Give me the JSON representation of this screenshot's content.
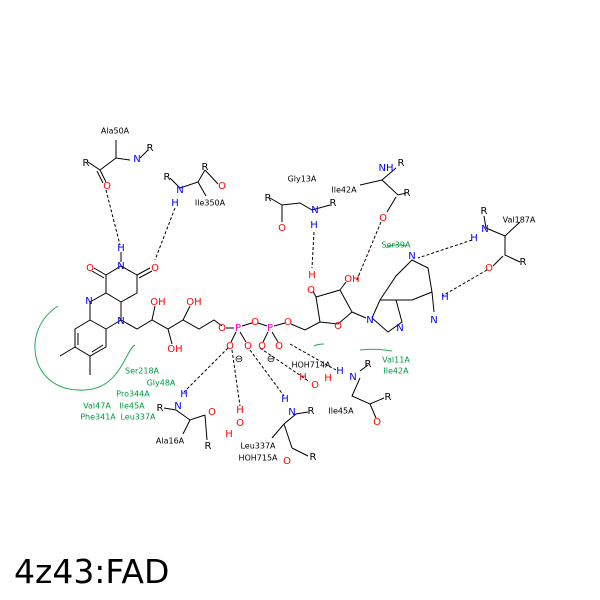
{
  "title": "4z43:FAD",
  "residues": {
    "ala50": "Ala50A",
    "ile350": "Ile350A",
    "gly13": "Gly13A",
    "ile42_top": "Ile42A",
    "val187": "Val187A",
    "hoh714": "HOH714A",
    "ile45": "Ile45A",
    "ala16": "Ala16A",
    "leu337": "Leu337A",
    "hoh715": "HOH715A"
  },
  "hydrophobic": {
    "ser39": "Ser39A",
    "val11": "Val11A",
    "ile42": "Ile42A",
    "ser218": "Ser218A",
    "gly48": "Gly48A",
    "pro344": "Pro344A",
    "ile45": "Ile45A",
    "leu337": "Leu337A",
    "val47": "Val47A",
    "phe341": "Phe341A"
  },
  "atoms": {
    "N": "N",
    "O": "O",
    "H": "H",
    "P": "P",
    "R": "R",
    "OH": "OH",
    "NH": "NH",
    "minus": "⊖"
  },
  "colors": {
    "nitrogen": "#0000ff",
    "oxygen": "#ff0000",
    "phosphorus": "#ff00cc",
    "hydrophobic": "#009944"
  }
}
